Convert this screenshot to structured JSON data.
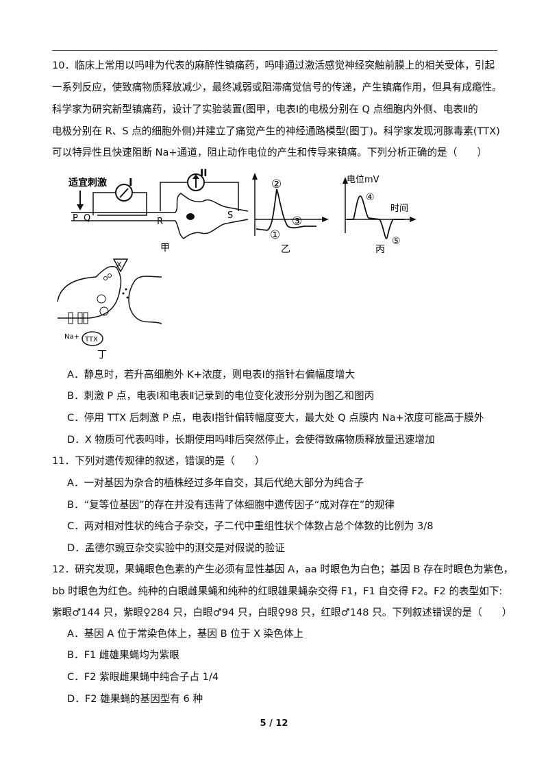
{
  "q10": {
    "lines": [
      "10．临床上常用以吗啡为代表的麻醉性镇痛药，吗啡通过激活感觉神经突触前膜上的相关受体，引起",
      "一系列反应，使致痛物质释放减少，最终减弱或阻滞痛觉信号的传递，产生镇痛作用，但具有成瘾性。",
      "科学家为研究新型镇痛药，设计了实验装置(图甲，电表Ⅰ的电极分别在 Q 点细胞内外侧、电表Ⅱ的",
      "电极分别在 R、S 点的细胞外侧)并建立了痛觉产生的神经通路模型(图丁)。科学家发现河豚毒素(TTX)",
      "可以特异性且快速阻断 Na+通道，阻止动作电位的产生和传导来镇痛。下列分析正确的是（　　）"
    ],
    "figure": {
      "jia": {
        "stimulus": "适宜刺激",
        "meter1": "I",
        "meter2": "II",
        "P": "P",
        "Q": "Q",
        "R": "R",
        "S": "S",
        "caption": "甲"
      },
      "yi": {
        "m1": "①",
        "m2": "②",
        "m3": "③",
        "caption": "乙"
      },
      "bing": {
        "ylabel": "电位mV",
        "xlabel": "时间",
        "m4": "④",
        "m5": "⑤",
        "caption": "丙"
      },
      "ding": {
        "x": "X",
        "na": "Na+",
        "ttx": "TTX",
        "caption": "丁"
      }
    },
    "options": [
      "A．静息时，若升高细胞外 K+浓度，则电表Ⅰ的指针右偏幅度增大",
      "B．刺激 P 点，电表Ⅰ和电表Ⅱ记录到的电位变化波形分别为图乙和图丙",
      "C．停用 TTX 后刺激 P 点，电表Ⅰ指针偏转幅度变大，最大处 Q 点膜内 Na+浓度可能高于膜外",
      "D．X 物质可代表吗啡，长期使用吗啡后突然停止，会使得致痛物质释放量迅速增加"
    ]
  },
  "q11": {
    "stem": "11．下列对遗传规律的叙述，错误的是（　　）",
    "options": [
      "A．一对基因为杂合的植株经过多年自交，其后代绝大部分为纯合子",
      "B．“复等位基因”的存在并没有违背了体细胞中遗传因子“成对存在”的规律",
      "C．两对相对性状的纯合子杂交，子二代中重组性状个体数占总个体数的比例为 3/8",
      "D．孟德尔豌豆杂交实验中的测交是对假说的验证"
    ]
  },
  "q12": {
    "lines": [
      "12．研究发现，果蝇眼色色素的产生必须有显性基因 A，aa 时眼色为白色；基因 B 存在时眼色为紫色，",
      "bb 时眼色为红色。纯种的白眼雌果蝇和纯种的红眼雄果蝇杂交得 F1，F1 自交得 F2。F2 的表型如下:",
      "紫眼♂144 只，紫眼♀284 只，白眼♂94 只，白眼♀98 只，红眼♂148 只。下列叙述错误的是（　　）"
    ],
    "options": [
      "A．基因 A 位于常染色体上，基因 B 位于 X 染色体上",
      "B．F1 雌雄果蝇均为紫眼",
      "C．F2 紫眼雌果蝇中纯合子占 1/4",
      "D．F2 雄果蝇的基因型有 6 种"
    ]
  },
  "page": "5 / 12"
}
